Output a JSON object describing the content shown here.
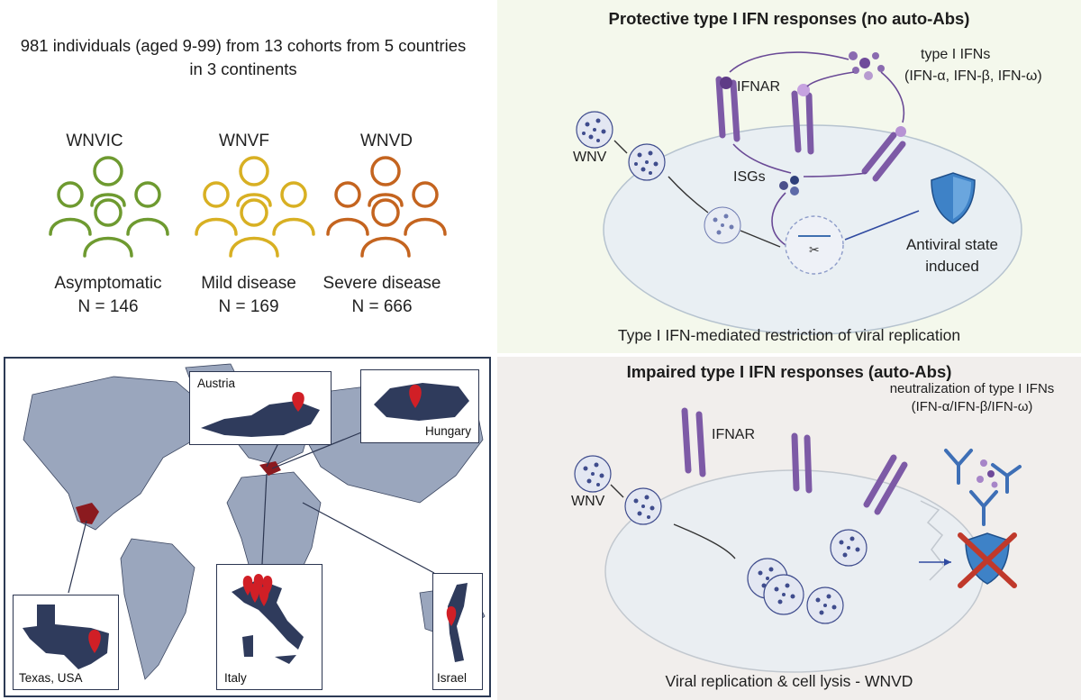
{
  "cohort": {
    "summary": "981 individuals (aged 9-99) from 13 cohorts from 5 countries in 3 continents",
    "groups": [
      {
        "name": "WNVIC",
        "description": "Asymptomatic",
        "n": "N = 146",
        "color": "#6e9a30"
      },
      {
        "name": "WNVF",
        "description": "Mild disease",
        "n": "N = 169",
        "color": "#d8b023"
      },
      {
        "name": "WNVD",
        "description": "Severe disease",
        "n": "N = 666",
        "color": "#c4641f"
      }
    ]
  },
  "map": {
    "insets": {
      "austria": "Austria",
      "hungary": "Hungary",
      "texas": "Texas, USA",
      "italy": "Italy",
      "israel": "Israel"
    },
    "colors": {
      "land": "#9aa6bd",
      "inset_land": "#2f3b5c",
      "pin": "#d11f26",
      "highlight": "#8b1a1f"
    }
  },
  "protective": {
    "title": "Protective type I IFN responses (no auto-Abs)",
    "ifn_label": "type I IFNs",
    "ifn_types": "(IFN-α, IFN-β, IFN-ω)",
    "receptor_label": "IFNAR",
    "virus_label": "WNV",
    "isg_label": "ISGs",
    "outcome_line1": "Antiviral state",
    "outcome_line2": "induced",
    "caption": "Type I IFN-mediated restriction of viral replication"
  },
  "impaired": {
    "title": "Impaired type I IFN responses (auto-Abs)",
    "neutralization_line1": "neutralization of type I IFNs",
    "neutralization_line2": "(IFN-α/IFN-β/IFN-ω)",
    "receptor_label": "IFNAR",
    "virus_label": "WNV",
    "caption": "Viral replication & cell lysis - WNVD"
  }
}
